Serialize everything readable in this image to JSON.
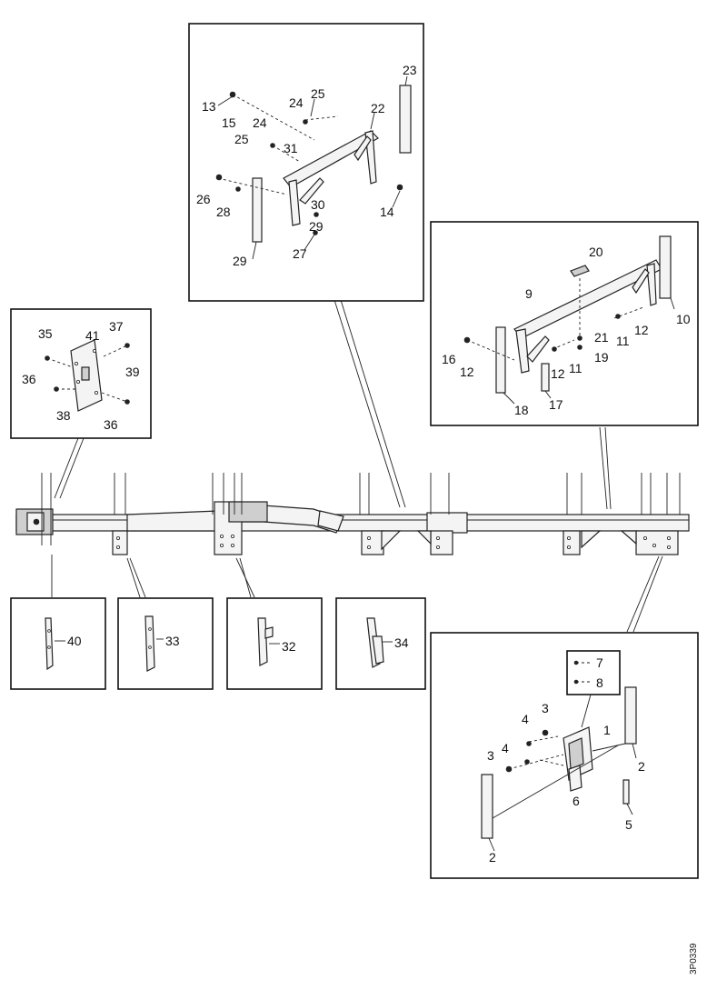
{
  "document_id": "3P0339",
  "callouts": {
    "top": [
      "23",
      "13",
      "24",
      "25",
      "22",
      "15",
      "24",
      "25",
      "31",
      "26",
      "28",
      "30",
      "14",
      "29",
      "29",
      "27"
    ],
    "left": [
      "35",
      "41",
      "37",
      "36",
      "39",
      "38",
      "36"
    ],
    "right": [
      "20",
      "9",
      "10",
      "12",
      "11",
      "21",
      "16",
      "12",
      "12",
      "11",
      "19",
      "18",
      "17"
    ],
    "small": [
      "40",
      "33",
      "32",
      "34"
    ],
    "bottom": [
      "7",
      "8",
      "4",
      "3",
      "1",
      "3",
      "4",
      "2",
      "6",
      "5",
      "2"
    ]
  }
}
